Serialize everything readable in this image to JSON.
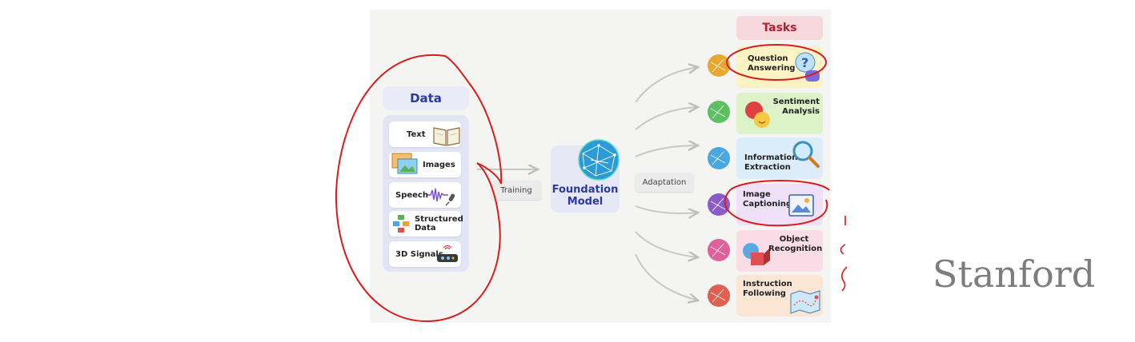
{
  "data_panel": {
    "title": "Data",
    "items": [
      {
        "label": "Text"
      },
      {
        "label": "Images"
      },
      {
        "label": "Speech"
      },
      {
        "label": "Structured Data"
      },
      {
        "label": "3D Signals"
      }
    ]
  },
  "training_label": "Training",
  "foundation_model": {
    "label": "Foundation Model"
  },
  "adaptation_label": "Adaptation",
  "tasks_panel": {
    "title": "Tasks",
    "items": [
      {
        "label": "Question Answering",
        "color": "#fbf3c4"
      },
      {
        "label": "Sentiment Analysis",
        "color": "#dcf3c8"
      },
      {
        "label": "Information Extraction",
        "color": "#dcecf8"
      },
      {
        "label": "Image Captioning",
        "color": "#efe0f8"
      },
      {
        "label": "Object Recognition",
        "color": "#fadce6"
      },
      {
        "label": "Instruction Following",
        "color": "#fbe5d4"
      }
    ]
  },
  "branding": {
    "institution": "Stanford"
  },
  "colors": {
    "accent_blue": "#2a3aa0",
    "annotation_red": "#d91c1c",
    "tasks_red": "#b02030"
  }
}
